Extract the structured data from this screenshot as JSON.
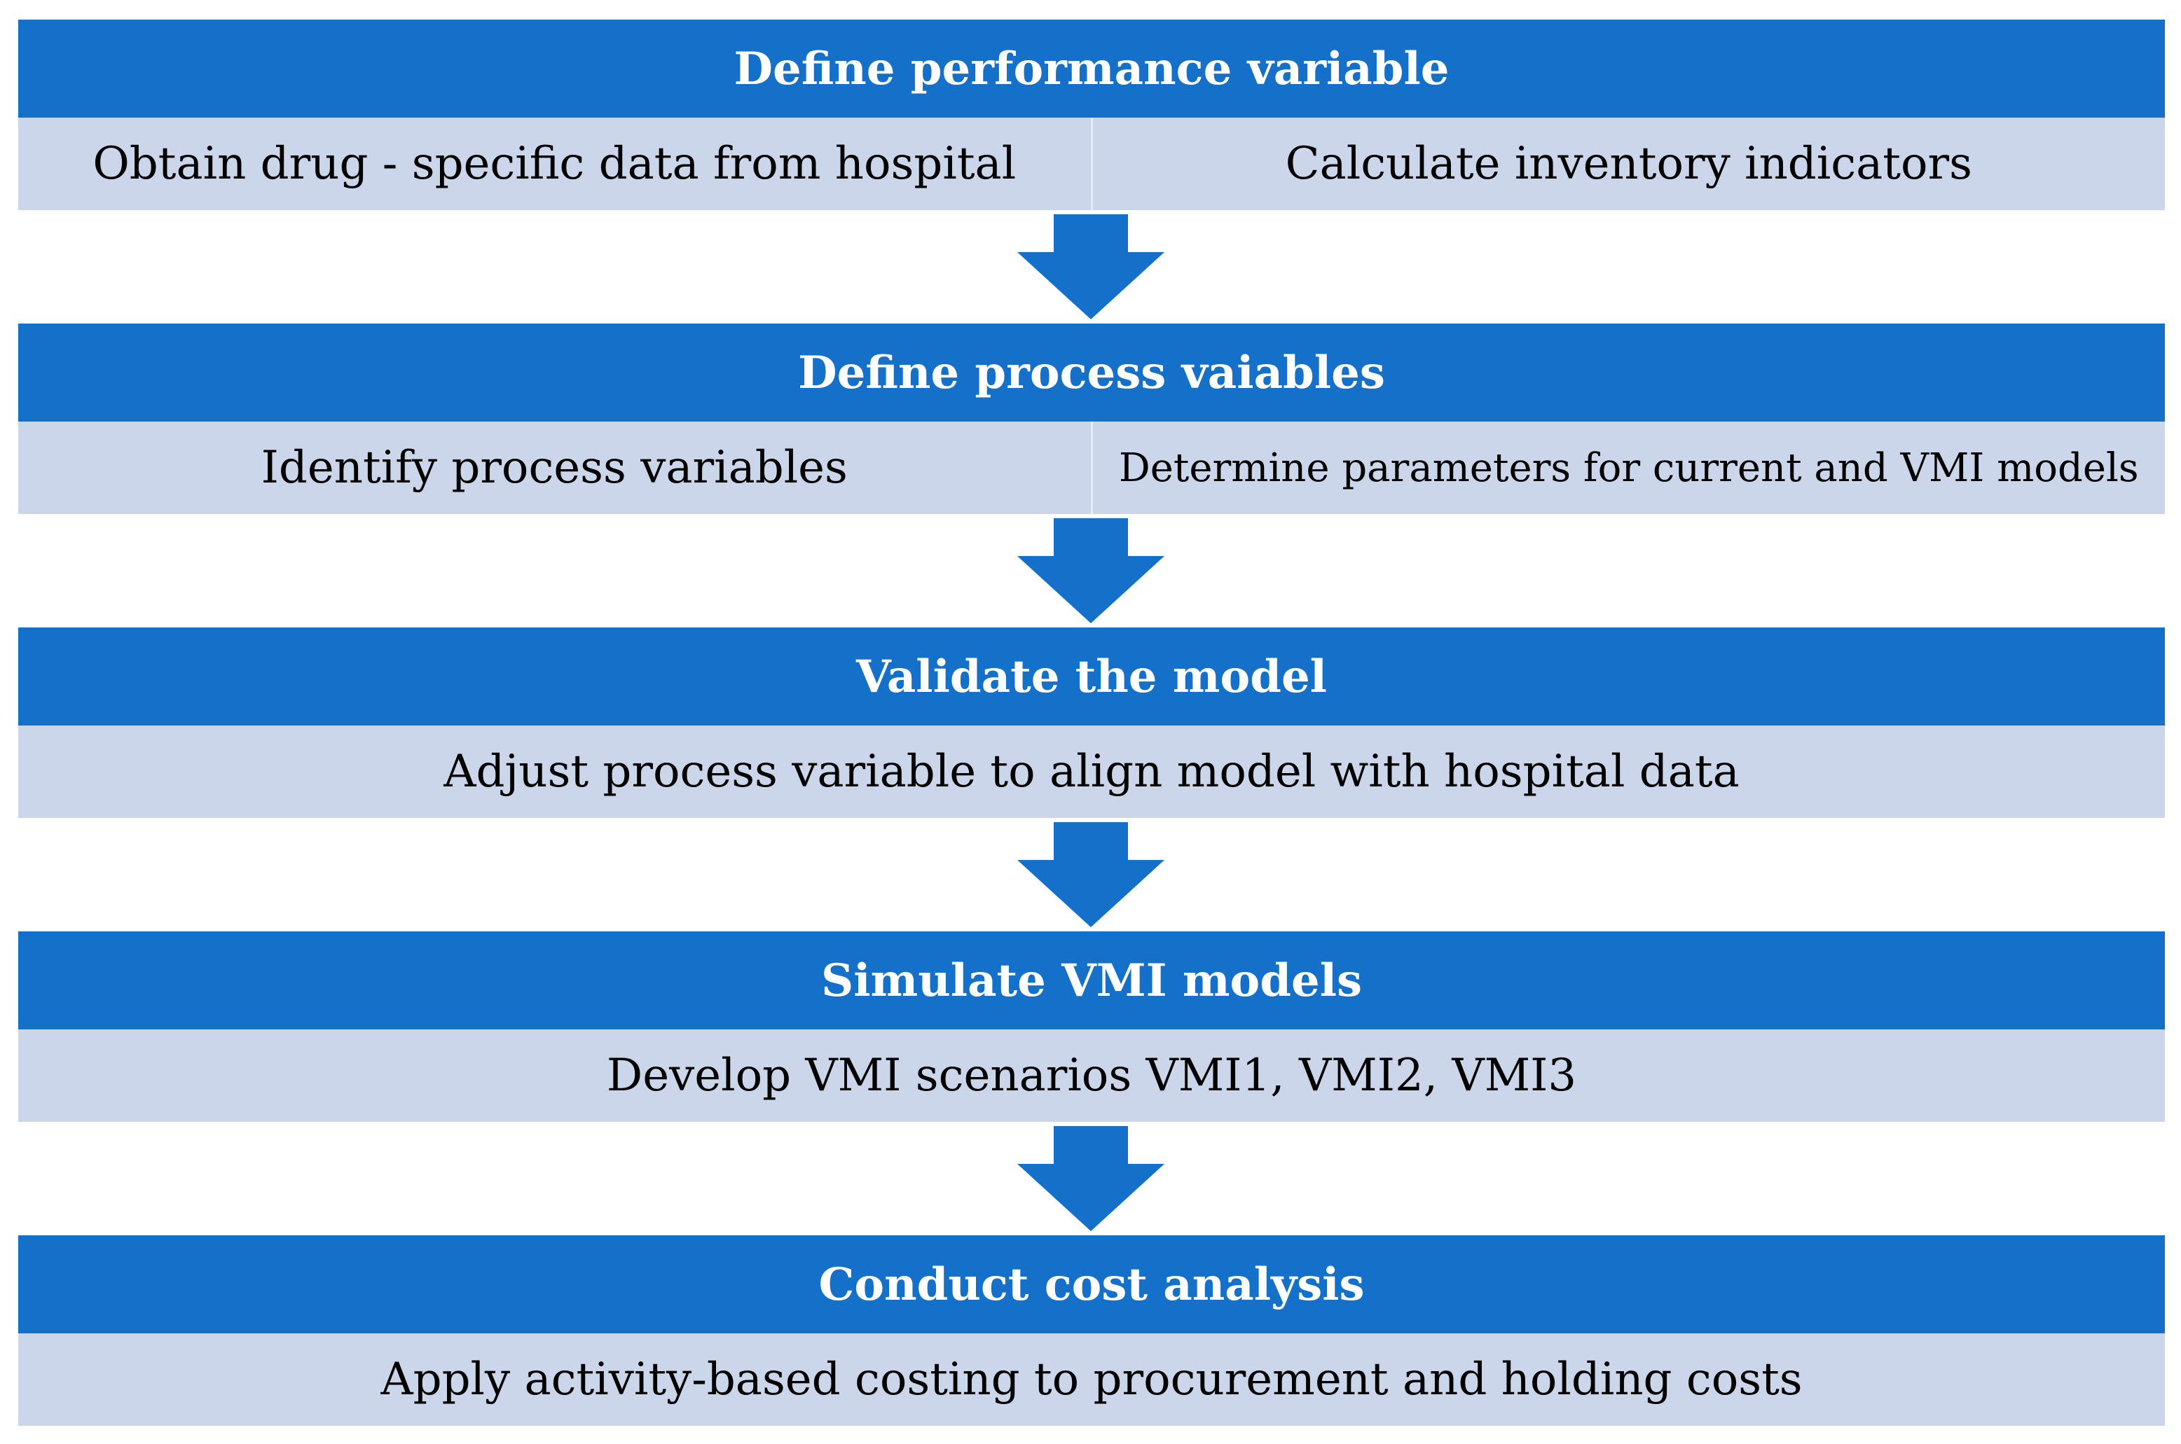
{
  "stages": [
    {
      "title": "Define performance variable",
      "items": [
        "Obtain drug - specific data from hospital",
        "Calculate inventory indicators"
      ]
    },
    {
      "title": "Define process vaiables",
      "items": [
        "Identify process variables",
        "Determine parameters for current and VMI models"
      ]
    },
    {
      "title": "Validate the model",
      "items": [
        "Adjust process variable to align model with hospital data"
      ]
    },
    {
      "title": "Simulate VMI models",
      "items": [
        "Develop VMI scenarios VMI1, VMI2, VMI3"
      ]
    },
    {
      "title": "Conduct cost analysis",
      "items": [
        "Apply activity-based costing to procurement and holding costs"
      ]
    }
  ],
  "colors": {
    "header_fill": "#1470c9",
    "body_fill": "#ccd6ea",
    "arrow_fill": "#1470c9"
  }
}
